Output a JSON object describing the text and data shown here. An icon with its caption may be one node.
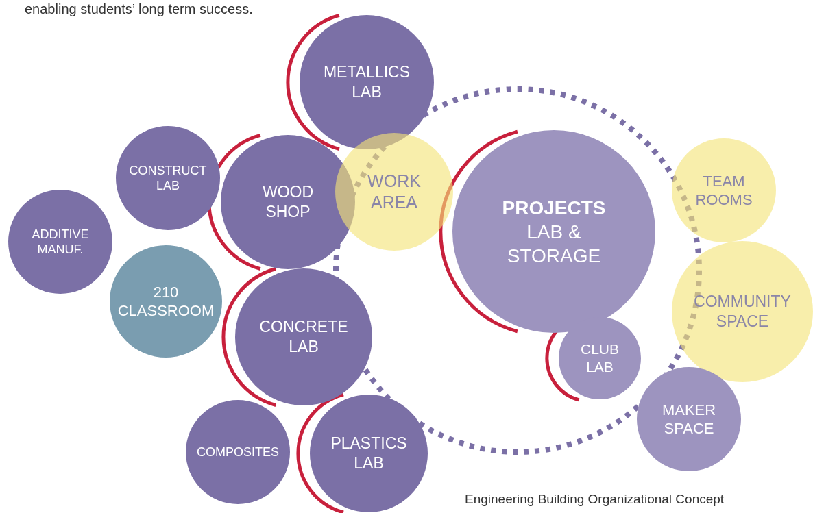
{
  "diagram": {
    "caption": "Engineering Building Organizational Concept",
    "nodes": [
      {
        "text": [
          "METALLICS LAB"
        ]
      },
      {
        "text": [
          "CONSTRUCT LAB"
        ]
      },
      {
        "text": [
          "WOOD SHOP"
        ]
      },
      {
        "text": [
          "WORK AREA"
        ]
      },
      {
        "text": [
          "PROJECTS",
          "LAB & STORAGE"
        ]
      },
      {
        "text": [
          "TEAM ROOMS"
        ]
      },
      {
        "text": [
          "ADDITIVE MANUF."
        ]
      },
      {
        "text": [
          "210 CLASSROOM"
        ]
      },
      {
        "text": [
          "CONCRETE LAB"
        ]
      },
      {
        "text": [
          "COMMUNITY SPACE"
        ]
      },
      {
        "text": [
          "CLUB LAB"
        ]
      },
      {
        "text": [
          "MAKER SPACE"
        ]
      },
      {
        "text": [
          "COMPOSITES"
        ]
      },
      {
        "text": [
          "PLASTICS LAB"
        ]
      }
    ],
    "edges": [],
    "labels": [
      "enabling students’ long term success."
    ]
  }
}
